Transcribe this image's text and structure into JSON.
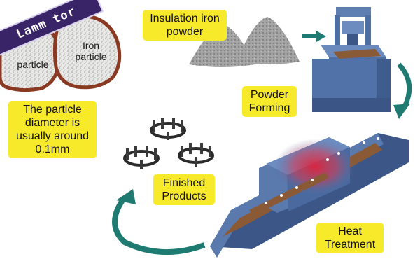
{
  "labels": {
    "particle_diameter": [
      "The particle",
      "diameter is",
      "usually around",
      "0.1mm"
    ],
    "insulation_powder": [
      "Insulation iron",
      "powder"
    ],
    "powder_forming": [
      "Powder",
      "Forming"
    ],
    "finished_products": [
      "Finished",
      "Products"
    ],
    "heat_treatment": [
      "Heat",
      "Treatment"
    ]
  },
  "granule_labels": {
    "iron": [
      "Iron",
      "particle"
    ],
    "particle": [
      "particle"
    ]
  },
  "watermark": "Lamm  tor",
  "colors": {
    "label_bg": "#f7ea2a",
    "arrow": "#1f7a72",
    "machine_blue": "#4e6fa3",
    "machine_dark": "#35507d",
    "powder_gray": "#9a9a9a",
    "belt_brown": "#8a5a36",
    "granule_rust": "#8a3a22",
    "watermark_bg": "#3a2468"
  },
  "icons": [
    "teal-process-arrow",
    "press-machine",
    "furnace-belt",
    "gear-part"
  ]
}
